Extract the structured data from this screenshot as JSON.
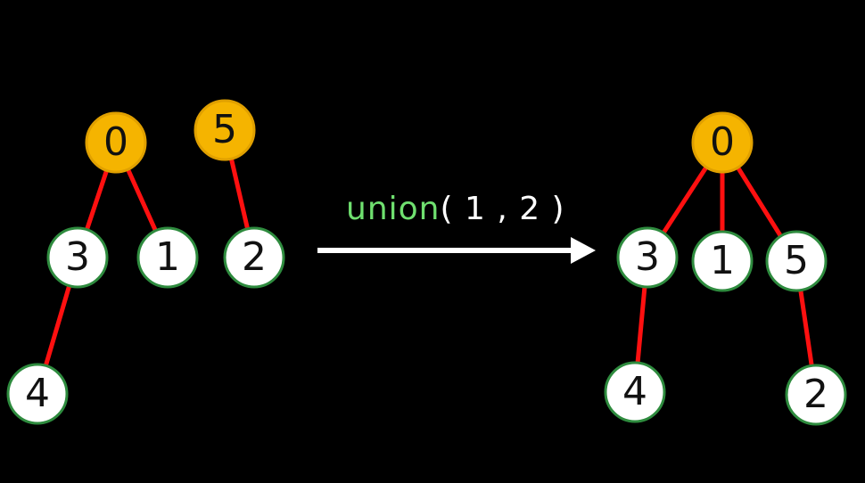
{
  "colors": {
    "background": "#000000",
    "root_fill": "#f5b400",
    "root_stroke": "#e0a000",
    "node_fill": "#ffffff",
    "node_stroke": "#2e8b3e",
    "edge": "#ff1010",
    "label_fn": "#6fe06f",
    "label_args": "#ffffff"
  },
  "operation": {
    "function_name": "union",
    "arguments": "( 1 , 2 )"
  },
  "before": {
    "nodes": [
      {
        "id": "0",
        "label": "0",
        "root": true
      },
      {
        "id": "3",
        "label": "3",
        "root": false
      },
      {
        "id": "1",
        "label": "1",
        "root": false
      },
      {
        "id": "4",
        "label": "4",
        "root": false
      },
      {
        "id": "5",
        "label": "5",
        "root": true
      },
      {
        "id": "2",
        "label": "2",
        "root": false
      }
    ],
    "edges": [
      {
        "from": "0",
        "to": "3"
      },
      {
        "from": "0",
        "to": "1"
      },
      {
        "from": "3",
        "to": "4"
      },
      {
        "from": "5",
        "to": "2"
      }
    ]
  },
  "after": {
    "nodes": [
      {
        "id": "0",
        "label": "0",
        "root": true
      },
      {
        "id": "3",
        "label": "3",
        "root": false
      },
      {
        "id": "1",
        "label": "1",
        "root": false
      },
      {
        "id": "5",
        "label": "5",
        "root": false
      },
      {
        "id": "4",
        "label": "4",
        "root": false
      },
      {
        "id": "2",
        "label": "2",
        "root": false
      }
    ],
    "edges": [
      {
        "from": "0",
        "to": "3"
      },
      {
        "from": "0",
        "to": "1"
      },
      {
        "from": "0",
        "to": "5"
      },
      {
        "from": "3",
        "to": "4"
      },
      {
        "from": "5",
        "to": "2"
      }
    ]
  }
}
